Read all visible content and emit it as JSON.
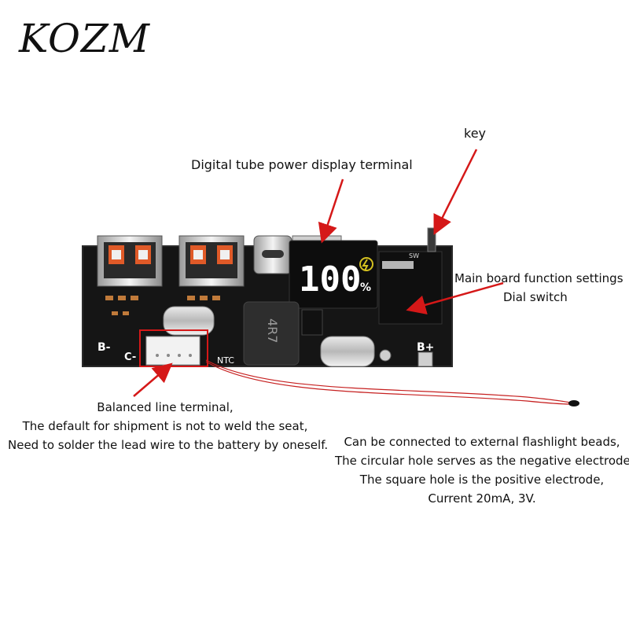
{
  "logo": "KOZM",
  "annotations": {
    "key": "key",
    "display": "Digital tube power display terminal",
    "dial_line1": "Main board function settings",
    "dial_line2": "Dial switch",
    "balanced": [
      "Balanced line terminal,",
      "The default for shipment is not to weld the seat,",
      "Need to solder the lead wire to the battery by oneself."
    ],
    "flashlight": [
      "Can be connected to external flashlight beads,",
      "The circular hole serves as the negative electrode,",
      "The square hole is the positive electrode,",
      "Current 20mA, 3V."
    ]
  },
  "board": {
    "display_digits": "100",
    "percent": "%",
    "inductor": "4R7",
    "b_minus": "B-",
    "b_plus": "B+",
    "c_minus": "C-",
    "ntc": "NTC",
    "sw": "SW"
  },
  "colors": {
    "arrow": "#d51818",
    "board": "#151515",
    "wire": "#c62020"
  }
}
